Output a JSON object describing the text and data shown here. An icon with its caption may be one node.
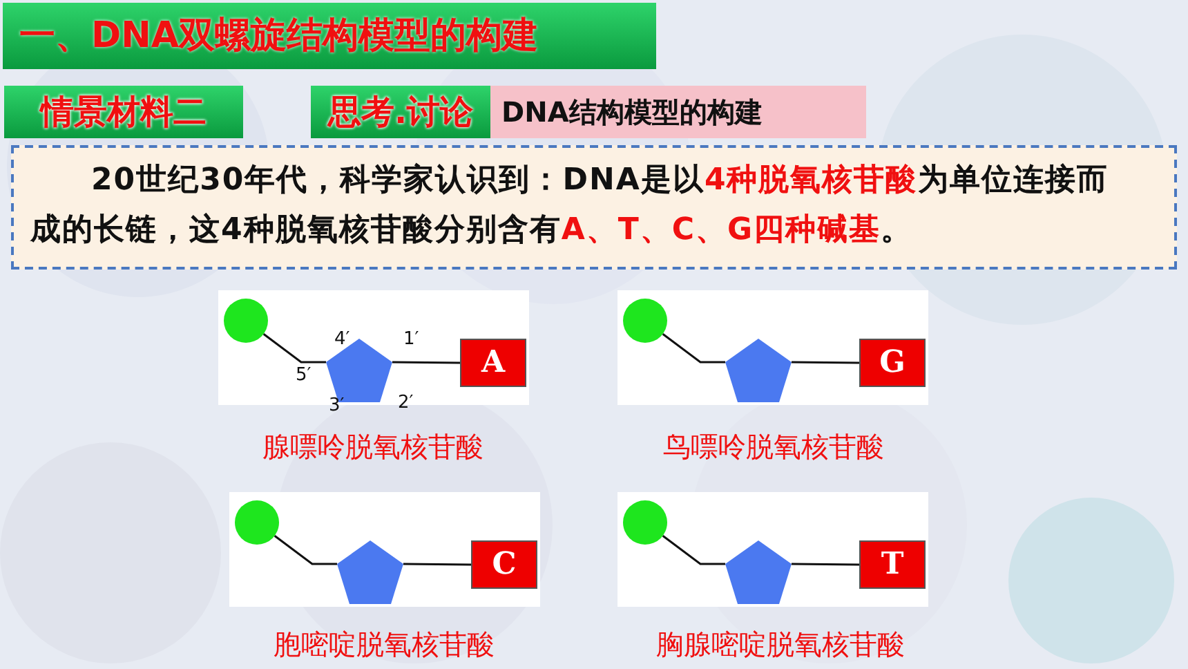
{
  "diagram": {
    "title": "一、DNA双螺旋结构模型的构建",
    "nodes": [
      {
        "text": [
          "情景材料二"
        ]
      },
      {
        "text": [
          "思考.讨论"
        ]
      },
      {
        "text": [
          "DNA结构模型的构建"
        ]
      },
      {
        "text": [
          "20世纪30年代，科学家认识到：DNA是以**4种脱氧核苷酸**为单位连接而成的长链，这4种脱氧核苷酸分别含有**A、T、C、G四种碱基**。"
        ]
      },
      {
        "text": [],
        "shape": "box",
        "beside": [
          "腺嘌呤脱氧核苷酸"
        ]
      },
      {
        "text": [],
        "shape": "circle",
        "in": 4
      },
      {
        "text": [],
        "shape": "pentagon",
        "in": 4,
        "beside": [
          "4′",
          "1′",
          "5′",
          "3′",
          "2′"
        ]
      },
      {
        "text": [
          "A"
        ],
        "in": 4
      },
      {
        "text": [],
        "shape": "box",
        "beside": [
          "鸟嘌呤脱氧核苷酸"
        ]
      },
      {
        "text": [],
        "shape": "circle",
        "in": 8
      },
      {
        "text": [],
        "shape": "pentagon",
        "in": 8
      },
      {
        "text": [
          "G"
        ],
        "in": 8
      },
      {
        "text": [],
        "shape": "box",
        "beside": [
          "胞嘧啶脱氧核苷酸"
        ]
      },
      {
        "text": [],
        "shape": "circle",
        "in": 12
      },
      {
        "text": [],
        "shape": "pentagon",
        "in": 12
      },
      {
        "text": [
          "C"
        ],
        "in": 12
      },
      {
        "text": [],
        "shape": "box",
        "beside": [
          "胸腺嘧啶脱氧核苷酸"
        ]
      },
      {
        "text": [],
        "shape": "circle",
        "in": 16
      },
      {
        "text": [],
        "shape": "pentagon",
        "in": 16
      },
      {
        "text": [
          "T"
        ],
        "in": 16
      }
    ],
    "edges": [
      {
        "from": 5,
        "to": 6,
        "arrow": "none"
      },
      {
        "from": 6,
        "to": 7,
        "arrow": "none"
      },
      {
        "from": 9,
        "to": 10,
        "arrow": "none"
      },
      {
        "from": 10,
        "to": 11,
        "arrow": "none"
      },
      {
        "from": 13,
        "to": 14,
        "arrow": "none"
      },
      {
        "from": 14,
        "to": 15,
        "arrow": "none"
      },
      {
        "from": 17,
        "to": 18,
        "arrow": "none"
      },
      {
        "from": 18,
        "to": 19,
        "arrow": "none"
      }
    ]
  }
}
